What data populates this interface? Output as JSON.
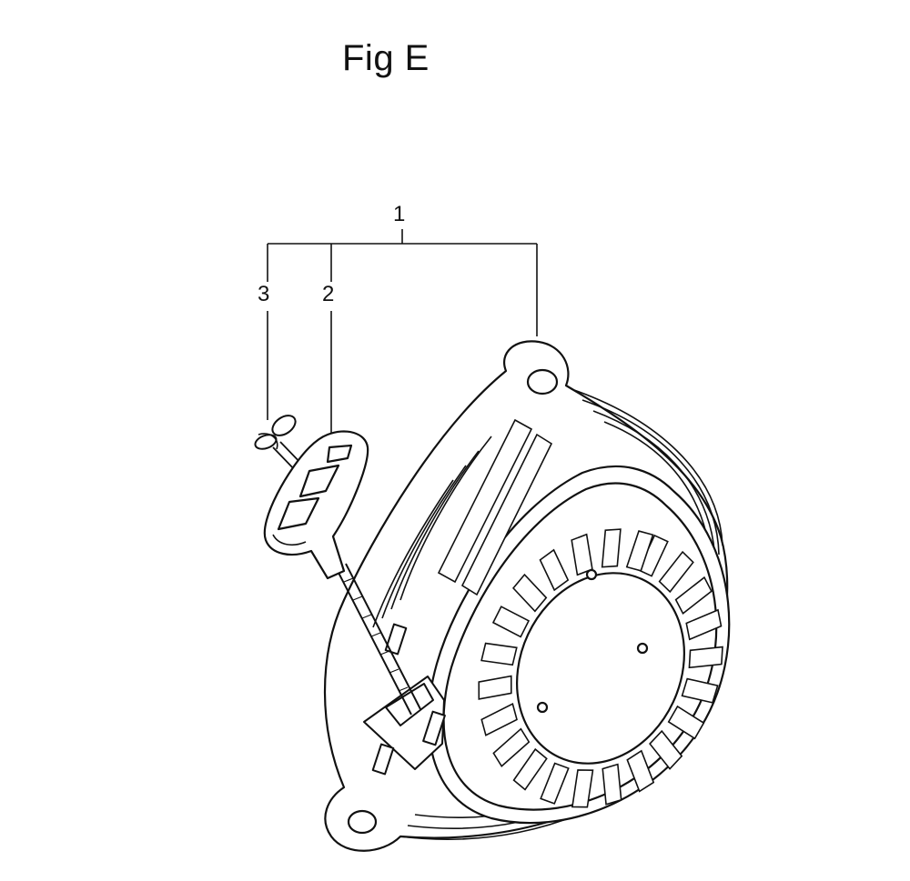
{
  "figure": {
    "title": "Fig E",
    "ink_color": "#111111",
    "background_color": "#ffffff"
  },
  "callouts": [
    {
      "label": "1",
      "part": "recoil-starter-assembly"
    },
    {
      "label": "2",
      "part": "starter-grip"
    },
    {
      "label": "3",
      "part": "rope-knot"
    }
  ]
}
